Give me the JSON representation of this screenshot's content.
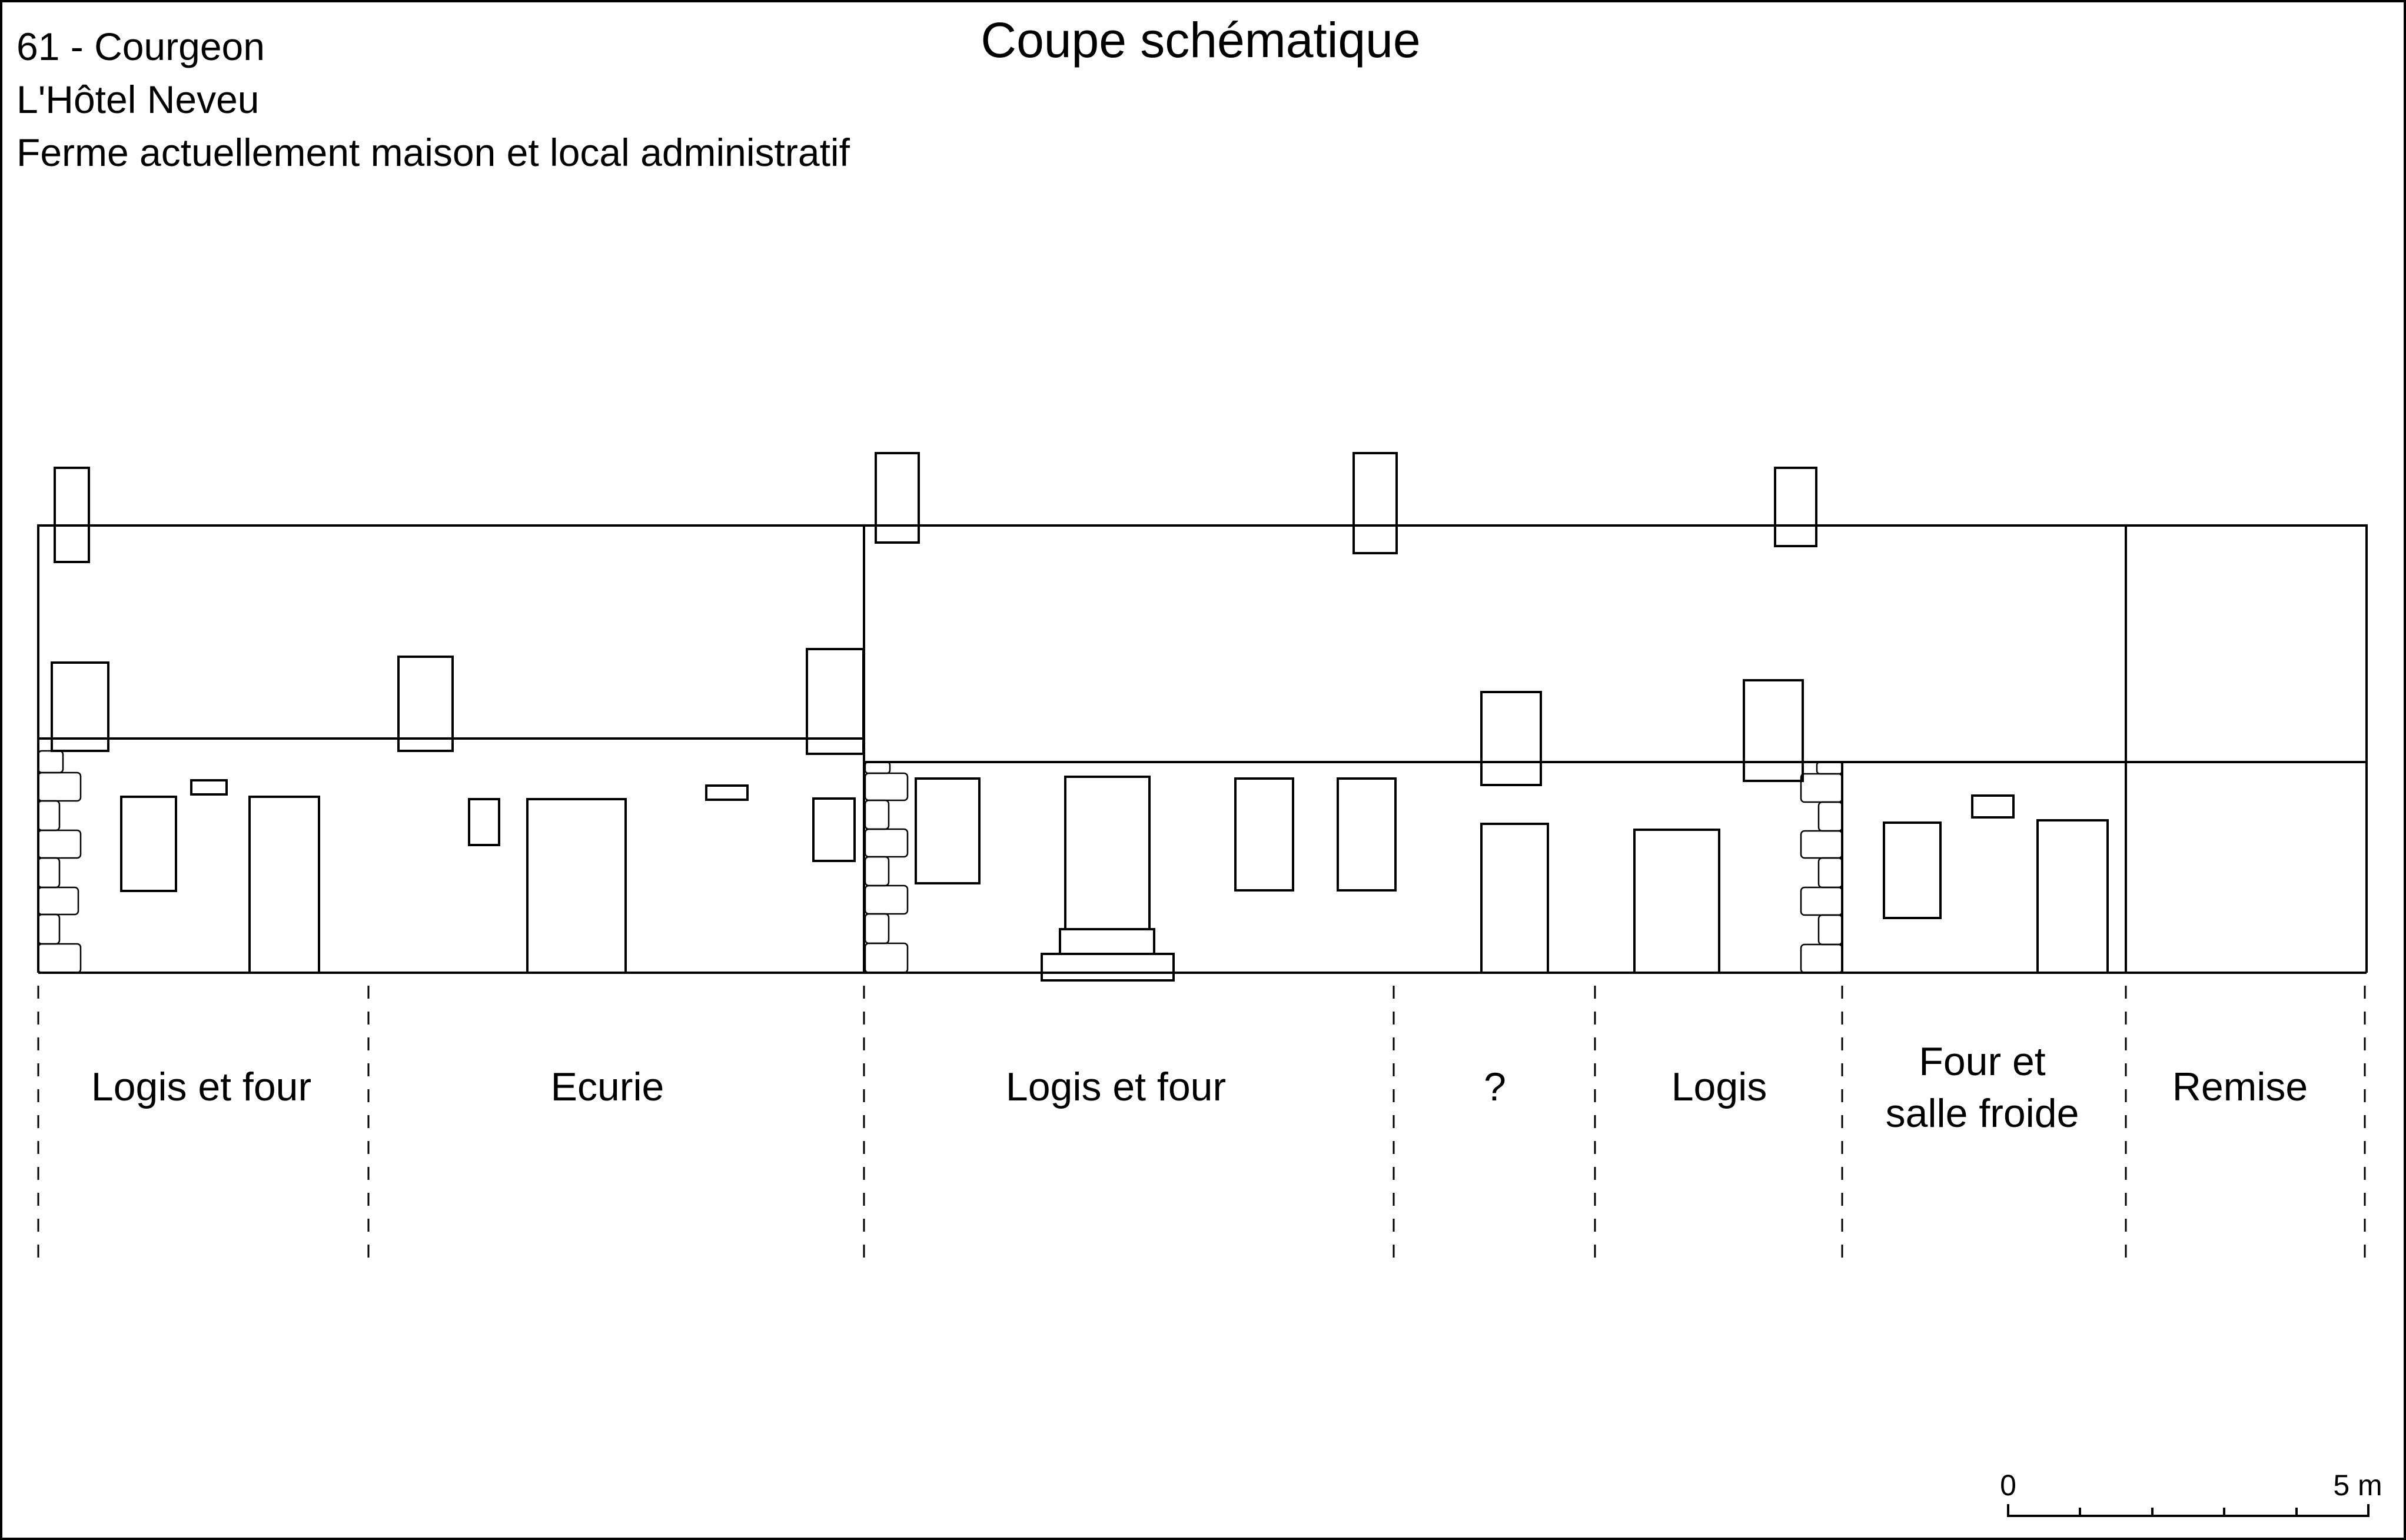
{
  "header": {
    "lines": [
      "61 - Courgeon",
      "L'Hôtel Neveu",
      "Ferme actuellement maison et local administratif"
    ],
    "title": "Coupe schématique"
  },
  "sections": [
    {
      "id": "s1",
      "label": "Logis et four"
    },
    {
      "id": "s2",
      "label": "Ecurie"
    },
    {
      "id": "s3",
      "label": "Logis et four"
    },
    {
      "id": "s4",
      "label": "?"
    },
    {
      "id": "s5",
      "label": "Logis"
    },
    {
      "id": "s6",
      "label": "Four et\nsalle froide"
    },
    {
      "id": "s7",
      "label": "Remise"
    }
  ],
  "scale_bar": {
    "start_label": "0",
    "end_label": "5 m",
    "length_m": 5
  }
}
